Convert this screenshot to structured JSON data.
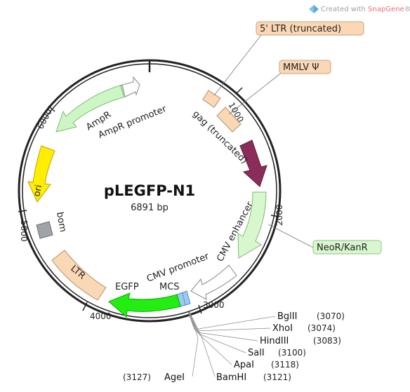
{
  "watermark": {
    "prefix": "Created with ",
    "brand": "SnapGene",
    "mark": "®"
  },
  "plasmid": {
    "name": "pLEGFP-N1",
    "size": "6891 bp"
  },
  "ticks": [
    "1000",
    "2000",
    "3000",
    "4000",
    "5000",
    "6000"
  ],
  "features": {
    "ltr5": "5' LTR (truncated)",
    "mmlv": "MMLV Ψ",
    "gag": "gag (truncated)",
    "neor": "NeoR/KanR",
    "cmv_enhancer": "CMV enhancer",
    "cmv_promoter": "CMV promoter",
    "mcs": "MCS",
    "egfp": "EGFP",
    "ltr": "LTR",
    "bom": "bom",
    "ori": "ori",
    "ampr": "AmpR",
    "ampr_promoter": "AmpR promoter"
  },
  "sites": [
    {
      "name": "BglII",
      "position": "(3070)"
    },
    {
      "name": "XhoI",
      "position": "(3074)"
    },
    {
      "name": "HindIII",
      "position": "(3083)"
    },
    {
      "name": "SalI",
      "position": "(3100)"
    },
    {
      "name": "ApaI",
      "position": "(3118)"
    },
    {
      "name": "BamHI",
      "position": "(3121)"
    },
    {
      "name": "AgeI",
      "position": "(3127)"
    }
  ],
  "colors": {
    "neor": "#d9f7cf",
    "egfp": "#22ee11",
    "ori": "#ffee00",
    "ampr": "#ccf7c4",
    "ltr": "#fbd8b5",
    "gag": "#8c2c5a",
    "bom": "#a0a4a8",
    "mcs": "#9ccbf0",
    "promoter": "#ffffff"
  }
}
